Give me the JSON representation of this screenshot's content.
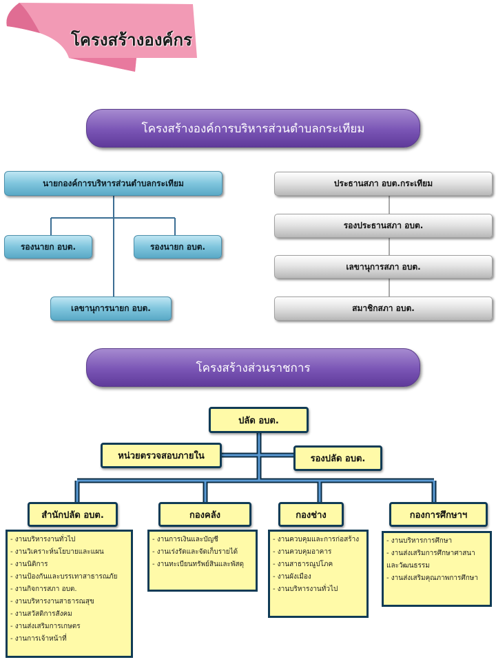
{
  "header": {
    "ribbon_title": "โครงสร้างองค์กร",
    "ribbon_color": "#f08bab"
  },
  "section1": {
    "banner": "โครงสร้างองค์การบริหารส่วนตำบลกระเทียม",
    "executive": {
      "head": "นายกองค์การบริหารส่วนตำบลกระเทียม",
      "deputy_left": "รองนายก อบต.",
      "deputy_right": "รองนายก อบต.",
      "secretary": "เลขานุการนายก อบต."
    },
    "council": {
      "president": "ประธานสภา อบต.กระเทียม",
      "vice_president": "รองประธานสภา อบต.",
      "secretary": "เลขานุการสภา อบต.",
      "members": "สมาชิกสภา อบต."
    }
  },
  "section2": {
    "banner": "โครงสร้างส่วนราชการ",
    "chief": "ปลัด อบต.",
    "audit": "หน่วยตรวจสอบภายใน",
    "deputy_chief": "รองปลัด อบต.",
    "departments": [
      {
        "name": "สำนักปลัด อบต.",
        "items": [
          "- งานบริหารงานทั่วไป",
          "- งานวิเคราะห์นโยบายและแผน",
          "-  งานนิติการ",
          "-  งานป้องกันและบรรเทาสาธารณภัย",
          "- งานกิจการสภา  อบต.",
          "- งานบริหารงานสาธารณสุข",
          "-  งานสวัสดิการสังคม",
          "-  งานส่งเสริมการเกษตร",
          "-  งานการเจ้าหน้าที่"
        ]
      },
      {
        "name": "กองคลัง",
        "items": [
          "- งานการเงินและบัญชี",
          "- งานเร่งรัดและจัดเก็บรายได้",
          "- งานทะเบียนทรัพย์สินและพัสดุ"
        ]
      },
      {
        "name": "กองช่าง",
        "items": [
          "- งานควบคุมและการก่อสร้าง",
          "- งานควบคุมอาคาร",
          "- งานสาธารณูปโภค",
          "- งานผังเมือง",
          "- งานบริหารงานทั่วไป"
        ]
      },
      {
        "name": "กองการศึกษาฯ",
        "items": [
          "- งานบริหารการศึกษา",
          "- งานส่งเสริมการศึกษาศาสนาและวัฒนธรรม",
          "- งานส่งเสริมคุณภาพการศึกษา"
        ]
      }
    ]
  },
  "colors": {
    "banner_purple": "#7a55b5",
    "teal": "#7fc5dd",
    "yellow": "#fffaa8",
    "navy_border": "#103b55"
  }
}
